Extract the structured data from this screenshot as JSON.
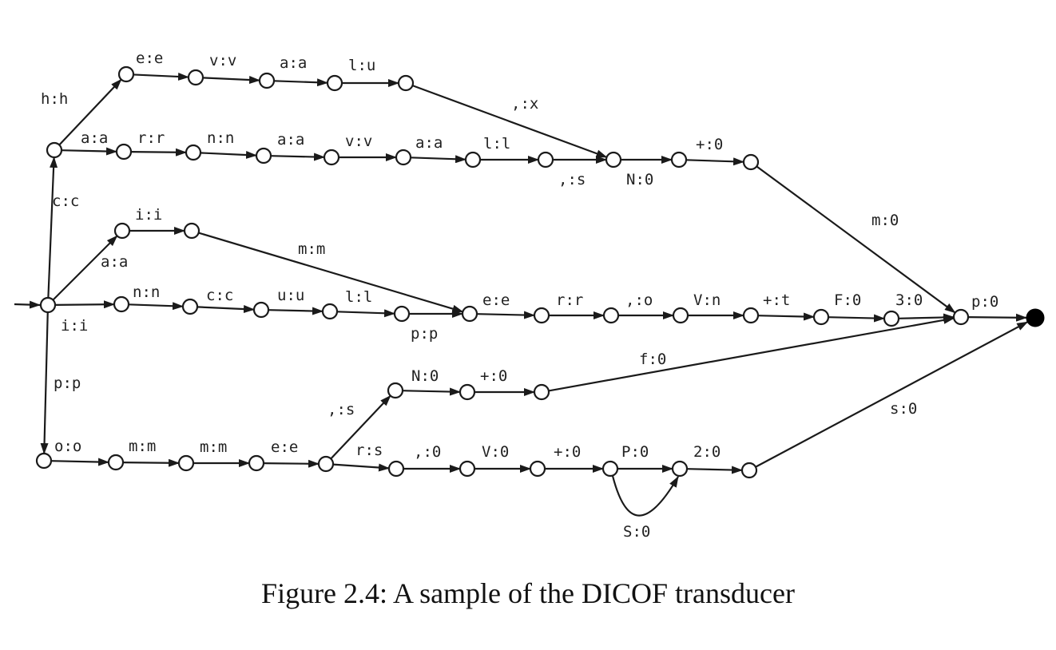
{
  "figure": {
    "caption": "Figure 2.4: A sample of the DICOF transducer"
  },
  "transducer": {
    "start_state": "s0",
    "final_state": "fin",
    "states": [
      "s0",
      "A1",
      "B1",
      "B2",
      "B3",
      "B4",
      "B5",
      "B6",
      "B7",
      "B8",
      "J",
      "K",
      "L",
      "C1",
      "C2",
      "C3",
      "C4",
      "C5",
      "C6",
      "C7",
      "C8",
      "C9",
      "C10",
      "C11",
      "C12",
      "C13",
      "P",
      "D1",
      "D2",
      "D3",
      "D4",
      "D5",
      "D6",
      "D7",
      "E1",
      "E2",
      "E3",
      "E4",
      "E5",
      "E6",
      "E7",
      "E8",
      "fin"
    ],
    "transitions": [
      {
        "from": "s0",
        "to": "A1",
        "label": "c:c"
      },
      {
        "from": "A1",
        "to": "B1",
        "label": "h:h"
      },
      {
        "from": "B1",
        "to": "B2",
        "label": "e:e"
      },
      {
        "from": "B2",
        "to": "B3",
        "label": "v:v"
      },
      {
        "from": "B3",
        "to": "B4",
        "label": "a:a"
      },
      {
        "from": "B4",
        "to": "B5",
        "label": "l:u"
      },
      {
        "from": "B5",
        "to": "J",
        "label": ",:x"
      },
      {
        "from": "A1",
        "to": "C1",
        "label": "a:a"
      },
      {
        "from": "C1",
        "to": "C2",
        "label": "r:r"
      },
      {
        "from": "C2",
        "to": "C3",
        "label": "n:n"
      },
      {
        "from": "C3",
        "to": "C4",
        "label": "a:a"
      },
      {
        "from": "C4",
        "to": "C5",
        "label": "v:v"
      },
      {
        "from": "C5",
        "to": "C6",
        "label": "a:a"
      },
      {
        "from": "C6",
        "to": "C7",
        "label": "l:l"
      },
      {
        "from": "C7",
        "to": "J",
        "label": ",:s"
      },
      {
        "from": "J",
        "to": "K",
        "label": "N:0"
      },
      {
        "from": "K",
        "to": "L",
        "label": "+:0"
      },
      {
        "from": "L",
        "to": "P",
        "label": "m:0"
      },
      {
        "from": "s0",
        "to": "B6",
        "label": "a:a"
      },
      {
        "from": "B6",
        "to": "B7",
        "label": "i:i"
      },
      {
        "from": "B7",
        "to": "C12",
        "label": "m:m"
      },
      {
        "from": "s0",
        "to": "C8",
        "label": "i:i"
      },
      {
        "from": "C8",
        "to": "C9",
        "label": "n:n"
      },
      {
        "from": "C9",
        "to": "C10",
        "label": "c:c"
      },
      {
        "from": "C10",
        "to": "C11",
        "label": "u:u"
      },
      {
        "from": "C11",
        "to": "C13",
        "label": "l:l"
      },
      {
        "from": "C13",
        "to": "C12",
        "label": "p:p"
      },
      {
        "from": "C12",
        "to": "D1",
        "label": "e:e"
      },
      {
        "from": "D1",
        "to": "D2",
        "label": "r:r"
      },
      {
        "from": "D2",
        "to": "D3",
        "label": ",:o"
      },
      {
        "from": "D3",
        "to": "D4",
        "label": "V:n"
      },
      {
        "from": "D4",
        "to": "D5",
        "label": "+:t"
      },
      {
        "from": "D5",
        "to": "D6",
        "label": "F:0"
      },
      {
        "from": "D6",
        "to": "P",
        "label": "3:0"
      },
      {
        "from": "P",
        "to": "fin",
        "label": "p:0"
      },
      {
        "from": "s0",
        "to": "E1",
        "label": "p:p"
      },
      {
        "from": "E1",
        "to": "E2",
        "label": "o:o"
      },
      {
        "from": "E2",
        "to": "E3",
        "label": "m:m"
      },
      {
        "from": "E3",
        "to": "E4",
        "label": "m:m"
      },
      {
        "from": "E4",
        "to": "E5",
        "label": "e:e"
      },
      {
        "from": "E5",
        "to": "F1",
        "label": ",:s"
      },
      {
        "from": "F1",
        "to": "F2",
        "label": "N:0"
      },
      {
        "from": "F2",
        "to": "F3",
        "label": "+:0"
      },
      {
        "from": "F3",
        "to": "P",
        "label": "f:0"
      },
      {
        "from": "E5",
        "to": "E6",
        "label": "r:s"
      },
      {
        "from": "E6",
        "to": "E7",
        "label": ",:0"
      },
      {
        "from": "E7",
        "to": "E8",
        "label": "V:0"
      },
      {
        "from": "E8",
        "to": "E9",
        "label": "+:0"
      },
      {
        "from": "E9",
        "to": "E10",
        "label": "P:0"
      },
      {
        "from": "E9",
        "to": "E10",
        "label": "S:0"
      },
      {
        "from": "E10",
        "to": "E11",
        "label": "2:0"
      },
      {
        "from": "E11",
        "to": "fin",
        "label": "s:0"
      }
    ]
  }
}
